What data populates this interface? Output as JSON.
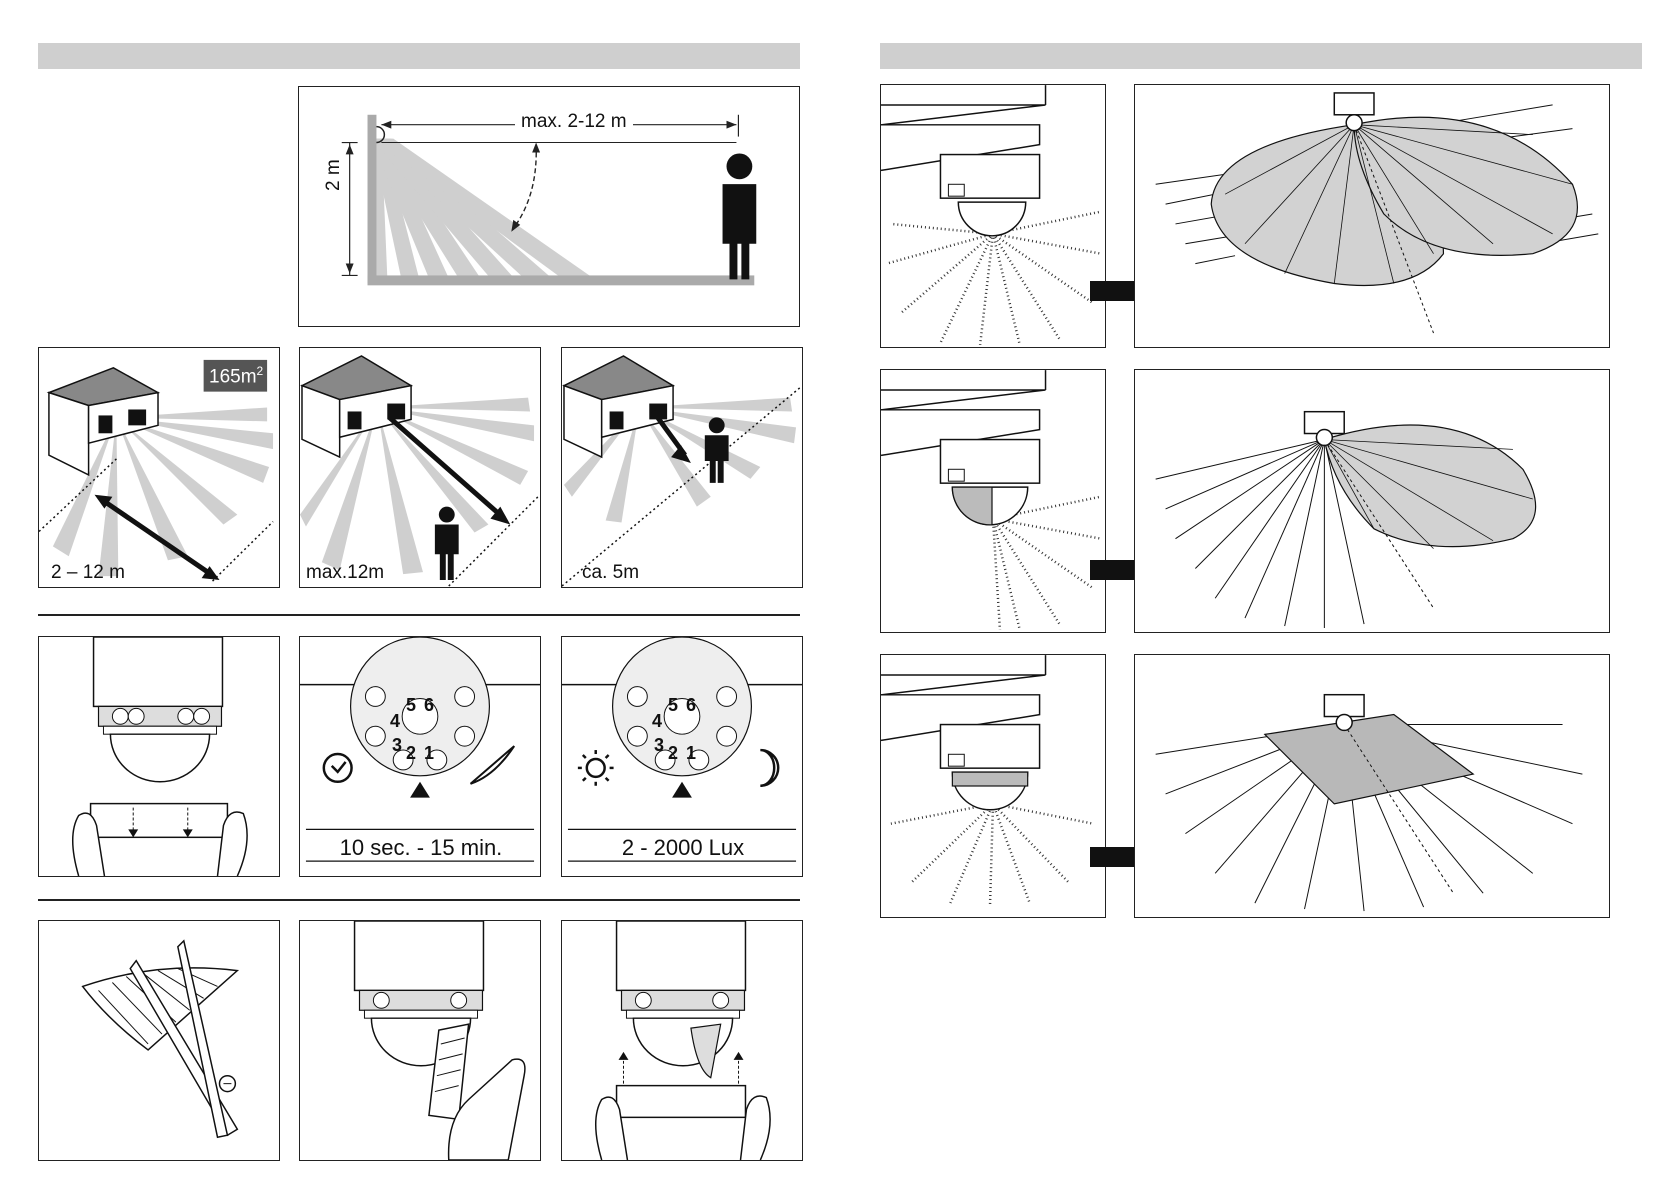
{
  "detection": {
    "range_label": "max. 2-12 m",
    "height_label": "2 m"
  },
  "coverage": {
    "area_value": "165",
    "area_unit": "m",
    "area_exp": "2",
    "range_a": "2 – 12 m",
    "range_b": "max.12m",
    "range_c": "ca. 5m"
  },
  "settings": {
    "time_label": "10 sec. - 15 min.",
    "lux_label": "2 - 2000 Lux",
    "dial_numbers": [
      "1",
      "2",
      "3",
      "4",
      "5",
      "6"
    ]
  },
  "icons": {
    "clock": "clock-icon",
    "sun": "sun-icon",
    "moon": "moon-icon",
    "arrow": "arrow-right-icon"
  }
}
